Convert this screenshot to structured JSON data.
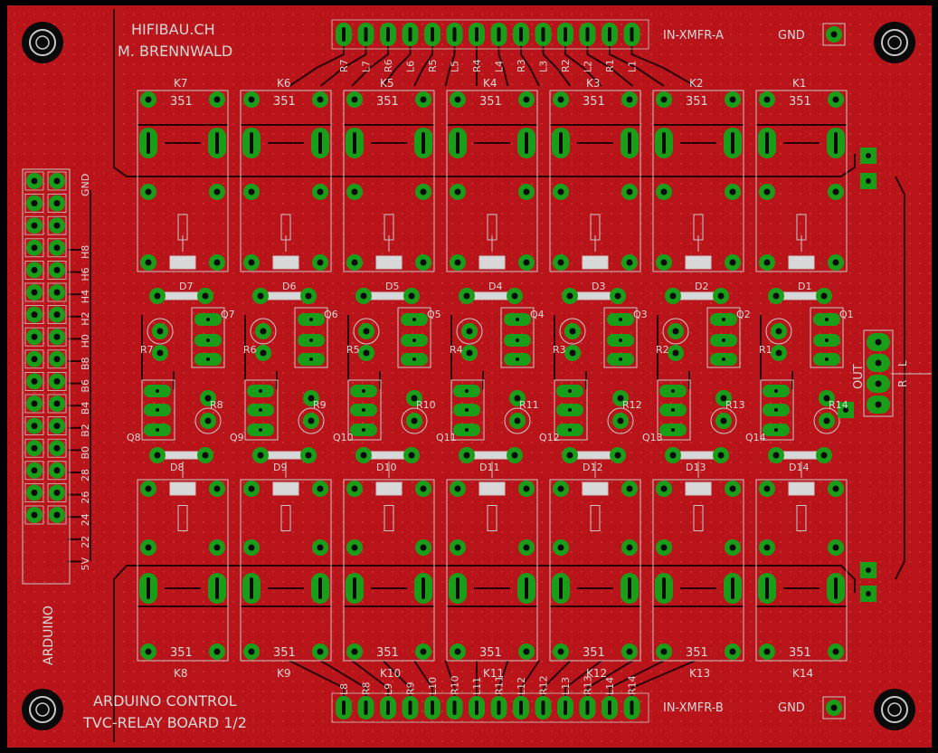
{
  "board": {
    "title_lines": [
      "HIFIBAU.CH",
      "M. BRENNWALD"
    ],
    "bottom_lines": [
      "ARDUINO CONTROL",
      "TVC-RELAY BOARD 1/2"
    ],
    "connector_a_label": "IN-XMFR-A",
    "connector_b_label": "IN-XMFR-B",
    "gnd_label": "GND",
    "out_label": "OUT",
    "out_pins": [
      "L",
      "R"
    ],
    "arduino_label": "ARDUINO",
    "arduino_gnd": "GND"
  },
  "header_top_pins": [
    "R7",
    "L7",
    "R6",
    "L6",
    "R5",
    "L5",
    "R4",
    "L4",
    "R3",
    "L3",
    "R2",
    "L2",
    "R1",
    "L1"
  ],
  "header_bottom_pins": [
    "L8",
    "R8",
    "L9",
    "R9",
    "L10",
    "R10",
    "L11",
    "R11",
    "L12",
    "R12",
    "L13",
    "R13",
    "L14",
    "R14"
  ],
  "arduino_pins": [
    "H8",
    "H6",
    "H4",
    "H2",
    "H0",
    "B8",
    "B6",
    "B4",
    "B2",
    "B0",
    "28",
    "26",
    "24",
    "22",
    "5V"
  ],
  "top_relays": [
    {
      "k": "K7",
      "num": "351",
      "d": "D7",
      "q": "Q7",
      "r": "R7"
    },
    {
      "k": "K6",
      "num": "351",
      "d": "D6",
      "q": "Q6",
      "r": "R6"
    },
    {
      "k": "K5",
      "num": "351",
      "d": "D5",
      "q": "Q5",
      "r": "R5"
    },
    {
      "k": "K4",
      "num": "351",
      "d": "D4",
      "q": "Q4",
      "r": "R4"
    },
    {
      "k": "K3",
      "num": "351",
      "d": "D3",
      "q": "Q3",
      "r": "R3"
    },
    {
      "k": "K2",
      "num": "351",
      "d": "D2",
      "q": "Q2",
      "r": "R2"
    },
    {
      "k": "K1",
      "num": "351",
      "d": "D1",
      "q": "Q1",
      "r": "R1"
    }
  ],
  "bottom_relays": [
    {
      "k": "K8",
      "num": "351",
      "d": "D8",
      "q": "Q8",
      "r": "R8"
    },
    {
      "k": "K9",
      "num": "351",
      "d": "D9",
      "q": "Q9",
      "r": "R9"
    },
    {
      "k": "K10",
      "num": "351",
      "d": "D10",
      "q": "Q10",
      "r": "R10"
    },
    {
      "k": "K11",
      "num": "351",
      "d": "D11",
      "q": "Q11",
      "r": "R11"
    },
    {
      "k": "K12",
      "num": "351",
      "d": "D12",
      "q": "Q12",
      "r": "R12"
    },
    {
      "k": "K13",
      "num": "351",
      "d": "D13",
      "q": "Q13",
      "r": "R13"
    },
    {
      "k": "K14",
      "num": "351",
      "d": "D14",
      "q": "Q14",
      "r": "R14"
    }
  ],
  "colors": {
    "board": "#b8141a",
    "copper_trace": "#2a0000",
    "pad": "#1a9e1a",
    "silk": "#d8d8d8",
    "outline": "#c8c8c8",
    "background": "#000000"
  }
}
